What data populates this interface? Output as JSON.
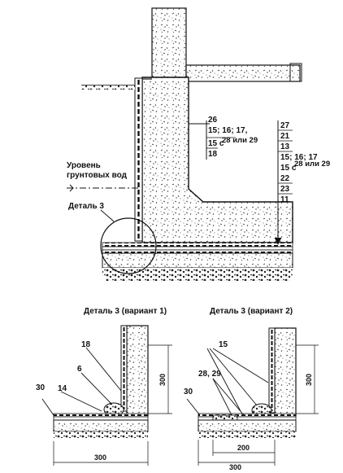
{
  "labels": {
    "groundwater_line1": "Уровень",
    "groundwater_line2": "грунтовых вод",
    "detail_callout": "Деталь 3",
    "detail1_title": "Деталь 3 (вариант 1)",
    "detail2_title": "Деталь 3 (вариант 2)"
  },
  "wall_layers": {
    "l1": "26",
    "l2": "15; 16; 17,",
    "l3_a": "15 с",
    "l3_b": "28 или 29",
    "l4": "18"
  },
  "floor_layers": {
    "l1": "27",
    "l2": "21",
    "l3": "13",
    "l4": "15; 16; 17",
    "l5_a": "15 с",
    "l5_b": "28 или 29",
    "l6": "22",
    "l7": "23",
    "l8": "11"
  },
  "detail1": {
    "pos18": "18",
    "pos6": "6",
    "pos14": "14",
    "pos30": "30",
    "dim_h": "300",
    "dim_w": "300"
  },
  "detail2": {
    "pos15": "15",
    "pos28_29": "28, 29",
    "pos30": "30",
    "dim_h": "300",
    "dim_200": "200",
    "dim_300": "300"
  }
}
